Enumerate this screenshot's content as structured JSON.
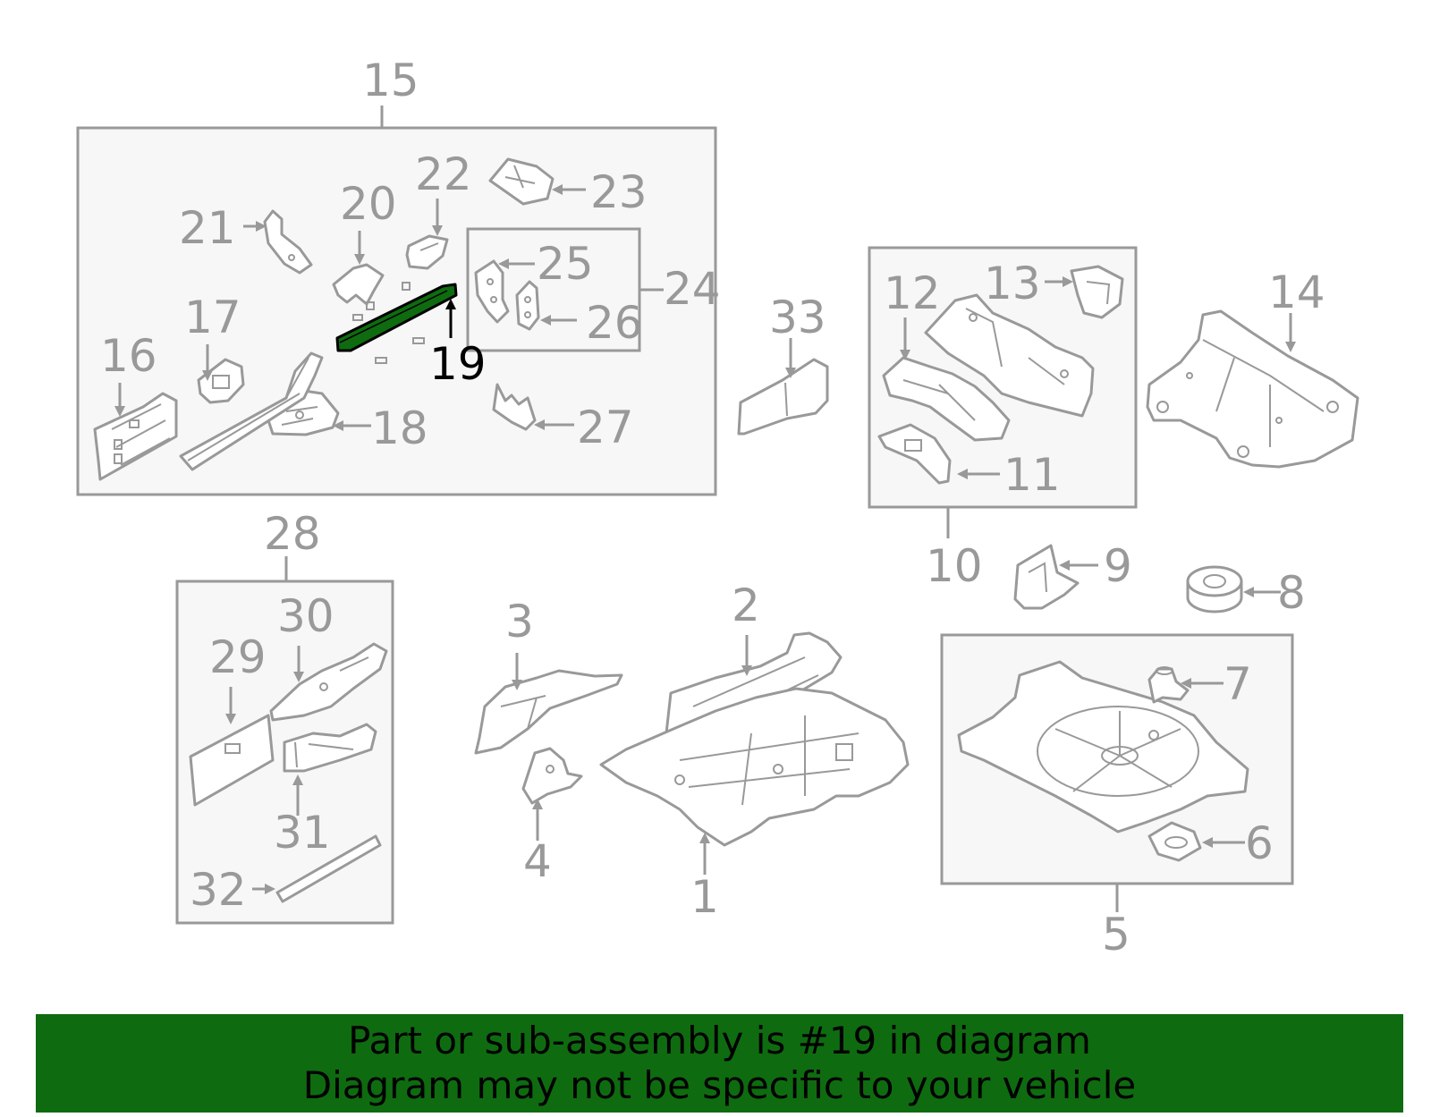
{
  "diagram": {
    "callouts": {
      "c1": "1",
      "c2": "2",
      "c3": "3",
      "c4": "4",
      "c5": "5",
      "c6": "6",
      "c7": "7",
      "c8": "8",
      "c9": "9",
      "c10": "10",
      "c11": "11",
      "c12": "12",
      "c13": "13",
      "c14": "14",
      "c15": "15",
      "c16": "16",
      "c17": "17",
      "c18": "18",
      "c19": "19",
      "c20": "20",
      "c21": "21",
      "c22": "22",
      "c23": "23",
      "c24": "24",
      "c25": "25",
      "c26": "26",
      "c27": "27",
      "c28": "28",
      "c29": "29",
      "c30": "30",
      "c31": "31",
      "c32": "32",
      "c33": "33"
    },
    "highlighted_part": "19",
    "highlight_color": "#0f6b10",
    "line_color": "#999999"
  },
  "banner": {
    "line1": "Part or sub-assembly is #19 in diagram",
    "line2": "Diagram may not be specific to your vehicle",
    "background": "#0f6b10"
  }
}
